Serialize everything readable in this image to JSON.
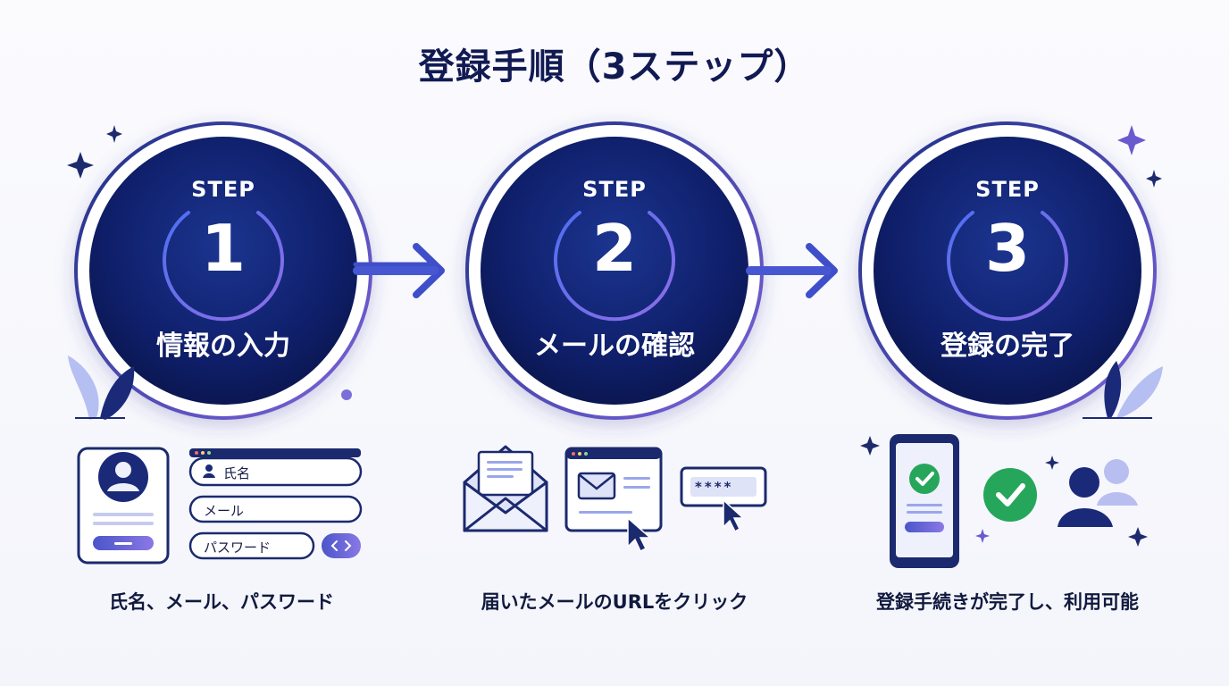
{
  "title": "登録手順（3ステップ）",
  "steps": [
    {
      "label": "STEP",
      "number": "1",
      "name": "情報の入力",
      "caption": "氏名、メール、パスワード"
    },
    {
      "label": "STEP",
      "number": "2",
      "name": "メールの確認",
      "caption": "届いたメールのURLをクリック"
    },
    {
      "label": "STEP",
      "number": "3",
      "name": "登録の完了",
      "caption": "登録手続きが完了し、利用可能"
    }
  ],
  "form": {
    "name_field": "氏名",
    "email_field": "メール",
    "password_field": "パスワード"
  },
  "password_mask": "****",
  "colors": {
    "navy": "#0f1d63",
    "accent": "#5b5fd6",
    "green": "#26a65b"
  },
  "icons": [
    "user-avatar-icon",
    "envelope-icon",
    "browser-window-icon",
    "cursor-icon",
    "phone-icon",
    "check-icon",
    "users-icon",
    "sparkle-icon",
    "leaf-icon",
    "arrow-right-icon"
  ]
}
